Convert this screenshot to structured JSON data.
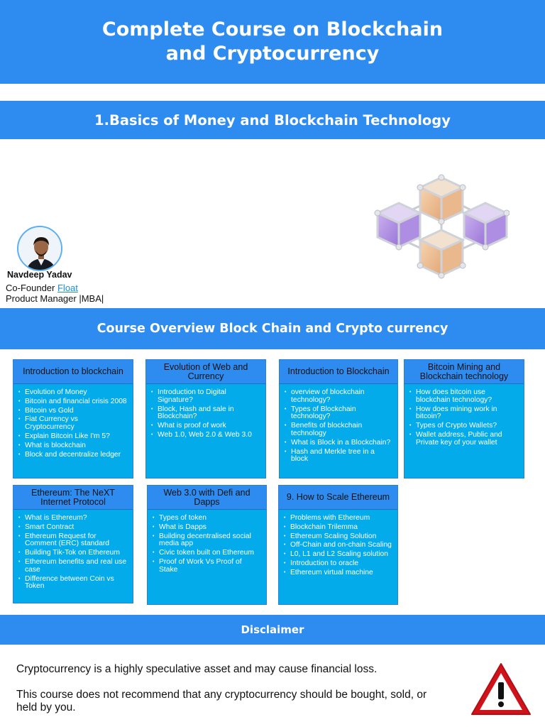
{
  "header": {
    "title": "Complete Course on Blockchain\nand Cryptocurrency"
  },
  "section1": {
    "title": "1.Basics of Money and Blockchain Technology"
  },
  "author": {
    "name": "Navdeep Yadav",
    "role_prefix": "Co-Founder ",
    "company": "Float",
    "role2": "Product Manager |MBA|"
  },
  "overview": {
    "title": "Course Overview Block Chain and Crypto currency"
  },
  "cards": [
    {
      "title": "Introduction to blockchain",
      "items": [
        "Evolution of Money",
        "Bitcoin and financial crisis 2008",
        "Bitcoin vs Gold",
        "Fiat Currency vs Cryptocurrency",
        "Explain Bitcoin Like I'm 5?",
        "What is blockchain",
        "Block and decentralize ledger"
      ]
    },
    {
      "title": "Evolution of Web and Currency",
      "items": [
        "Introduction to Digital Signature?",
        "Block, Hash and sale in Blockchain?",
        "What is proof of work",
        "Web 1.0, Web 2.0 & Web 3.0"
      ]
    },
    {
      "title": "Introduction to Blockchain",
      "items": [
        "overview of blockchain technology?",
        "Types of Blockchain technology?",
        "Benefits of blockchain technology",
        "What is Block in a Blockchain?",
        "Hash and Merkle tree in a block"
      ]
    },
    {
      "title": "Bitcoin Mining and Blockchain technology",
      "items": [
        "How does bitcoin use blockchain technology?",
        "How does mining work in bitcoin?",
        "Types of Crypto Wallets?",
        "Wallet address, Public and Private key of your wallet"
      ]
    },
    {
      "title": "Ethereum: The NeXT Internet Protocol",
      "items": [
        "What is Ethereum?",
        "Smart Contract",
        "Ethereum Request for Comment (ERC) standard",
        "Building Tik-Tok on Ethereum",
        "Ethereum benefits and real use case",
        "Difference between Coin vs Token"
      ]
    },
    {
      "title": "Web 3.0 with Defi and Dapps",
      "items": [
        " Types of token",
        "What is Dapps",
        "Building decentralised social media app",
        "Civic token built on Ethereum",
        " Proof of Work Vs Proof of Stake"
      ]
    },
    {
      "title": "9. How to Scale Ethereum",
      "items": [
        "Problems with Ethereum",
        "Blockchain Trilemma",
        "Ethereum Scaling Solution",
        "Off-Chain and on-chain Scaling",
        "L0, L1 and L2 Scaling solution",
        "Introduction to oracle",
        "Ethereum virtual machine"
      ]
    }
  ],
  "disclaimer": {
    "title": "Disclaimer",
    "line1": "Cryptocurrency is a highly speculative asset and may cause financial loss.",
    "line2": "This course does not recommend that any cryptocurrency should be bought, sold, or held by you."
  },
  "icons": {
    "illustration": "blockchain-cubes-icon",
    "warning": "warning-triangle-icon"
  },
  "colors": {
    "accent": "#2e8bef",
    "card_body": "#04abeb",
    "warning_red": "#d0121b"
  }
}
